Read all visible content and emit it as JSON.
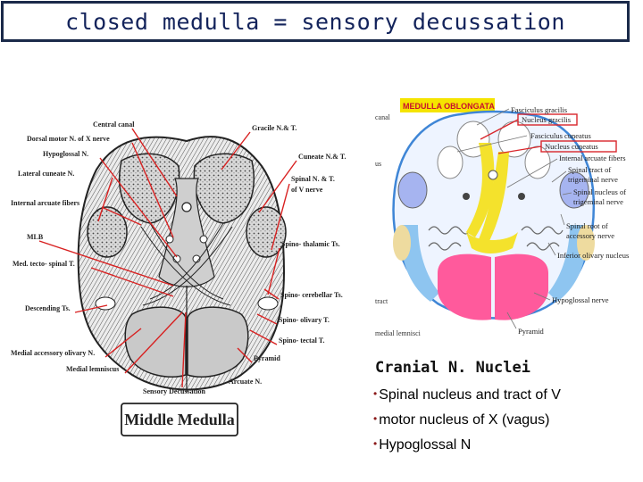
{
  "slide": {
    "title": "closed medulla = sensory decussation"
  },
  "left_figure": {
    "caption": "Middle Medulla",
    "labels": {
      "central_canal": "Central canal",
      "dorsal_motor_line1": "Dorsal motor N. of X nerve",
      "hypoglossal": "Hypoglossal N.",
      "lateral_cuneate": "Lateral cuneate N.",
      "internal_arcuate": "Internal arcuate fibers",
      "mlb": "MLB",
      "med_tecto_spinal": "Med. tecto- spinal T.",
      "descending": "Descending Ts.",
      "medial_accessory_olivary": "Medial accessory olivary N.",
      "medial_lemniscus": "Medial lemniscus",
      "sensory_decussation": "Sensory Decussation",
      "gracile": "Gracile N.& T.",
      "cuneate": "Cuneate N.& T.",
      "spinal_n_t_line1": "Spinal N. & T.",
      "spinal_n_t_line2": "of V nerve",
      "spino_thalamic": "Spino- thalamic Ts.",
      "spino_cerebellar": "Spino- cerebellar Ts.",
      "spino_olivary": "Spino- olivary T.",
      "spino_tectal": "Spino- tectal T.",
      "pyramid": "Pyramid",
      "arcuate": "Arcuate N."
    }
  },
  "right_figure": {
    "header": "MEDULLA OBLONGATA",
    "labels": {
      "canal": "canal",
      "us": "us",
      "tract": "tract",
      "medial_lemnisci": "medial lemnisci",
      "fasciculus_gracilis": "Fasciculus gracilis",
      "nucleus_gracilis": "Nucleus gracilis",
      "fasciculus_cuneatus": "Fasciculus cuneatus",
      "nucleus_cuneatus": "Nucleus cuneatus",
      "internal_arcuate": "Internal arcuate fibers",
      "spinal_tract_1": "Spinal tract of",
      "spinal_tract_2": "trigeminal nerve",
      "spinal_nucleus_1": "Spinal nucleus of",
      "spinal_nucleus_2": "trigeminal nerve",
      "spinal_root_1": "Spinal root of",
      "spinal_root_2": "accessory nerve",
      "inferior_olivary": "Inferior olivary nucleus",
      "hypoglossal_nerve": "Hypoglossal nerve",
      "pyramid": "Pyramid"
    }
  },
  "nuclei": {
    "title": "Cranial N. Nuclei",
    "items": [
      "Spinal nucleus and tract of V",
      "motor nucleus of X  (vagus)",
      "Hypoglossal N"
    ]
  },
  "colors": {
    "title_text": "#13235b",
    "title_border": "#1b2a4a",
    "header_bg": "#f5e400",
    "gracile_red": "#d8262c",
    "pyramid_pink": "#ff5a9c",
    "tract_yellow": "#f4e22c",
    "nucleus_blue": "#a6b4f0",
    "accent_blue": "#3f86d6"
  }
}
